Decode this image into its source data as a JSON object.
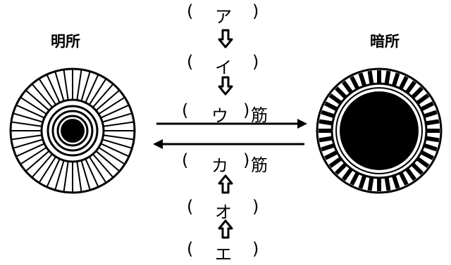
{
  "left_label": "明所",
  "right_label": "暗所",
  "blanks": {
    "a": "ア",
    "i": "イ",
    "u": "ウ",
    "e": "エ",
    "o": "オ",
    "ka": "カ"
  },
  "paren_open": "(",
  "paren_close": ")",
  "suffix": "筋"
}
